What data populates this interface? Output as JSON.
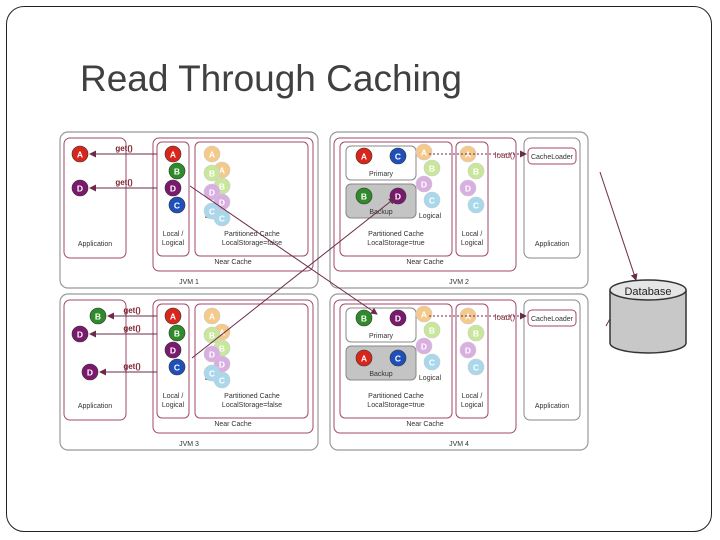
{
  "slide": {
    "title": "Read Through Caching"
  },
  "jvms": [
    {
      "name": "JVM 1",
      "near_cache": "Near Cache",
      "app_label": "Application",
      "local_label": "Local /",
      "local_label2": "Logical",
      "pc_label": "Partitioned Cache",
      "pc_storage": "LocalStorage=false",
      "logical": "Logical",
      "app_calls": [
        "A",
        "D"
      ],
      "get_labels": [
        "get()",
        "get()"
      ],
      "local_keys": [
        "A",
        "B",
        "D",
        "C"
      ]
    },
    {
      "name": "JVM 2",
      "near_cache": "Near Cache",
      "primary_label": "Primary",
      "backup_label": "Backup",
      "logical": "Logical",
      "pc_label": "Partitioned Cache",
      "pc_storage": "LocalStorage=true",
      "local_label": "Local /",
      "local_label2": "Logical",
      "app_label": "Application",
      "primary_keys": [
        "A",
        "C"
      ],
      "backup_keys": [
        "B",
        "D"
      ],
      "load_label": "load()",
      "loader_label": "CacheLoader"
    },
    {
      "name": "JVM 3",
      "near_cache": "Near Cache",
      "app_label": "Application",
      "local_label": "Local /",
      "local_label2": "Logical",
      "pc_label": "Partitioned Cache",
      "pc_storage": "LocalStorage=false",
      "logical": "Logical",
      "app_calls": [
        "B",
        "D",
        "D"
      ],
      "get_labels": [
        "get()",
        "get()",
        "get()"
      ],
      "local_keys": [
        "A",
        "B",
        "D",
        "C"
      ]
    },
    {
      "name": "JVM 4",
      "near_cache": "Near Cache",
      "primary_label": "Primary",
      "backup_label": "Backup",
      "logical": "Logical",
      "pc_label": "Partitioned Cache",
      "pc_storage": "LocalStorage=true",
      "local_label": "Local /",
      "local_label2": "Logical",
      "app_label": "Application",
      "primary_keys": [
        "B",
        "D"
      ],
      "backup_keys": [
        "A",
        "C"
      ],
      "load_label": "load()",
      "loader_label": "CacheLoader"
    }
  ],
  "database": {
    "label": "Database"
  },
  "colors": {
    "A": "#d9261c",
    "B": "#2f8a2a",
    "C": "#1f4fb8",
    "D": "#7a1a6e",
    "frame": "#a24a6a"
  }
}
